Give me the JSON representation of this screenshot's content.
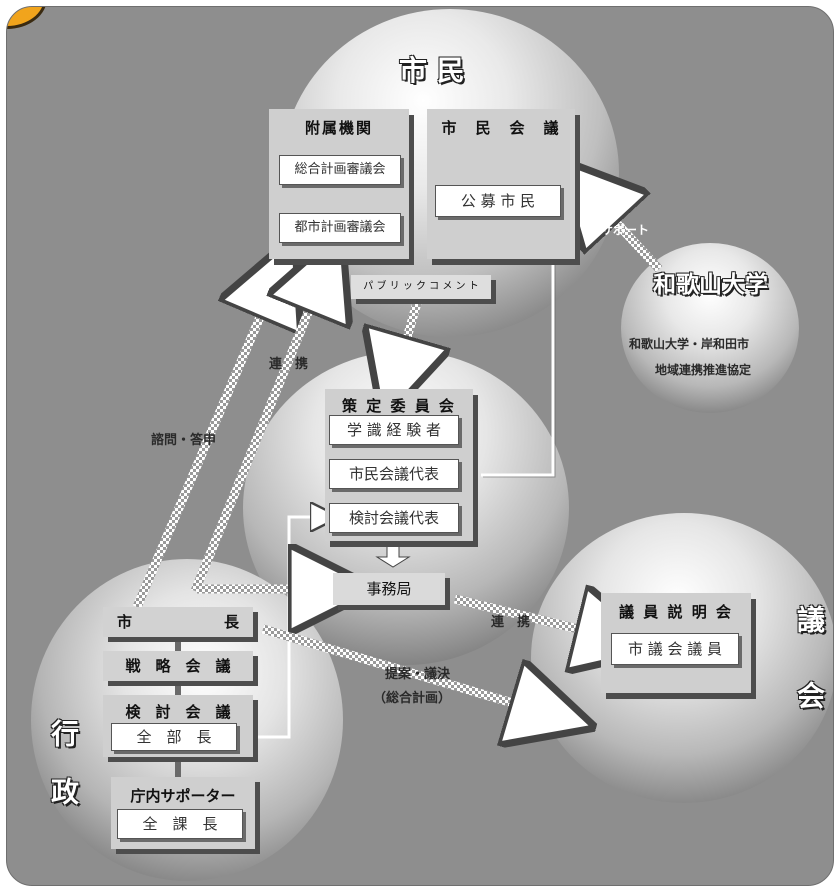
{
  "citizens": {
    "title": "市 民"
  },
  "attached": {
    "title": "附属機関",
    "item1": "総合計画審議会",
    "item2": "都市計画審議会"
  },
  "council_citizen": {
    "title": "市　民　会　議",
    "item1": "公 募 市 民"
  },
  "public_comment": "パ ブ リ ッ ク コ メ ン ト",
  "committee": {
    "title": "策 定 委 員 会",
    "item1": "学 識 経 験 者",
    "item2": "市民会議代表",
    "item3": "検討会議代表"
  },
  "secretariat": "事務局",
  "university": {
    "title": "和歌山大学",
    "line1": "和歌山大学・岸和田市",
    "line2": "地域連携推進協定"
  },
  "support_label": "サポート",
  "renkei1": "連　携",
  "consult_label": "諮問・答申",
  "renkei2": "連　携",
  "proposal_label": "提案・議決",
  "proposal_sub": "（総合計画）",
  "gikai": {
    "title": "議　会",
    "panel_title": "議 員 説 明 会",
    "item1": "市 議 会 議 員"
  },
  "gyosei": {
    "title": "行 政",
    "mayor_left": "市",
    "mayor_right": "長",
    "strategy": "戦　略　会　議",
    "review": "検　討　会　議",
    "review_item": "全　部　長",
    "supporter": "庁内サポーター",
    "supporter_item": "全　課　長"
  },
  "colors": {
    "background": "#8e8e8e",
    "badge": "#f1a41c",
    "panel": "#cfcfcf",
    "arrow": "#ffffff"
  }
}
